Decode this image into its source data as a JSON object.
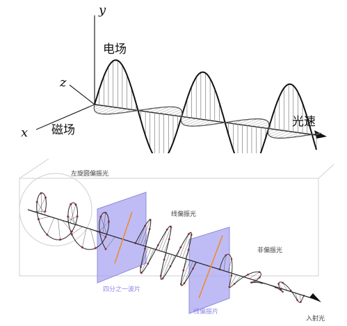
{
  "top_diagram": {
    "axis_y": "y",
    "axis_z": "z",
    "axis_x": "x",
    "electric_field": "电场",
    "magnetic_field": "磁场",
    "light_speed": "光速"
  },
  "bottom_diagram": {
    "left_circular": "左旋圆偏振光",
    "linear_polarized": "线偏振光",
    "unpolarized": "非偏振光",
    "quarter_wave_plate": "四分之一波片",
    "polarizer": "线偏振片",
    "incident_light": "入射光"
  },
  "colors": {
    "line": "#111111",
    "plate": "#a9a6f2",
    "dot": "#d7435a",
    "orange": "#ef8b2c"
  }
}
